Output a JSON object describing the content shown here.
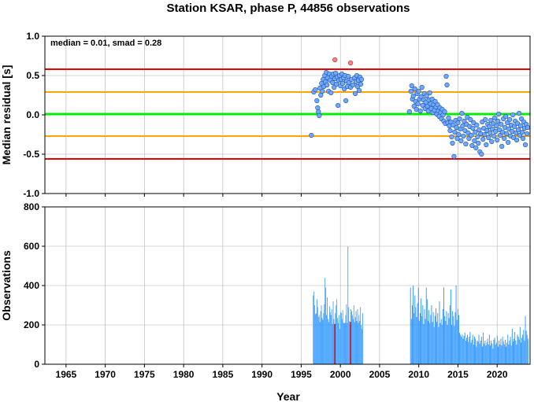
{
  "chart_data": [
    {
      "type": "scatter",
      "title": "Station KSAR, phase P, 44856 observations",
      "xlabel": "",
      "ylabel": "Median residual [s]",
      "annotation": "median = 0.01, smad = 0.28",
      "xlim": [
        1962.3,
        2024.2
      ],
      "ylim": [
        -1.0,
        1.0
      ],
      "yticks": [
        "1.0",
        "0.5",
        "0.0",
        "-0.5",
        "-1.0"
      ],
      "ytick_values": [
        1.0,
        0.5,
        0.0,
        -0.5,
        -1.0
      ],
      "xticks": [
        1965,
        1970,
        1975,
        1980,
        1985,
        1990,
        1995,
        2000,
        2005,
        2010,
        2015,
        2020
      ],
      "grid": true,
      "reference_lines": [
        {
          "y": 0.01,
          "color": "#00ee00"
        },
        {
          "y": 0.29,
          "color": "#ffa500"
        },
        {
          "y": -0.27,
          "color": "#ffa500"
        },
        {
          "y": 0.58,
          "color": "#ee0000"
        },
        {
          "y": -0.56,
          "color": "#ee0000"
        }
      ],
      "point_color": "#6fa8ff",
      "outlier_color": "#ff8080",
      "points": [
        [
          1996.3,
          -0.26
        ],
        [
          1996.6,
          0.29
        ],
        [
          1996.8,
          0.32
        ],
        [
          1997.0,
          0.18
        ],
        [
          1997.1,
          0.09
        ],
        [
          1997.2,
          0.04
        ],
        [
          1997.3,
          -0.01
        ],
        [
          1997.4,
          0.34
        ],
        [
          1997.5,
          0.25
        ],
        [
          1997.6,
          0.4
        ],
        [
          1997.7,
          0.3
        ],
        [
          1997.8,
          0.45
        ],
        [
          1997.9,
          0.36
        ],
        [
          1998.0,
          0.5
        ],
        [
          1998.1,
          0.42
        ],
        [
          1998.2,
          0.54
        ],
        [
          1998.3,
          0.38
        ],
        [
          1998.4,
          0.47
        ],
        [
          1998.5,
          0.3
        ],
        [
          1998.6,
          0.52
        ],
        [
          1998.7,
          0.44
        ],
        [
          1998.8,
          0.28
        ],
        [
          1998.9,
          0.49
        ],
        [
          1999.0,
          0.41
        ],
        [
          1999.1,
          0.52
        ],
        [
          1999.2,
          0.35
        ],
        [
          1999.3,
          0.46
        ],
        [
          1999.4,
          0.53
        ],
        [
          1999.5,
          0.39
        ],
        [
          1999.6,
          0.48
        ],
        [
          1999.7,
          0.12
        ],
        [
          1999.8,
          0.44
        ],
        [
          1999.9,
          0.5
        ],
        [
          2000.0,
          0.37
        ],
        [
          2000.1,
          0.45
        ],
        [
          2000.2,
          0.52
        ],
        [
          2000.3,
          0.4
        ],
        [
          2000.4,
          0.47
        ],
        [
          2000.5,
          0.33
        ],
        [
          2000.6,
          0.5
        ],
        [
          2000.7,
          0.18
        ],
        [
          2000.8,
          0.43
        ],
        [
          2000.9,
          0.36
        ],
        [
          2001.0,
          0.49
        ],
        [
          2001.1,
          0.41
        ],
        [
          2001.3,
          0.35
        ],
        [
          2001.4,
          0.45
        ],
        [
          2001.6,
          0.38
        ],
        [
          2001.8,
          0.47
        ],
        [
          2001.9,
          0.27
        ],
        [
          2002.0,
          0.42
        ],
        [
          2002.1,
          0.5
        ],
        [
          2002.2,
          0.36
        ],
        [
          2002.3,
          0.44
        ],
        [
          2002.4,
          0.31
        ],
        [
          2002.5,
          0.48
        ],
        [
          2002.6,
          0.39
        ],
        [
          2002.7,
          0.45
        ],
        [
          2008.8,
          0.04
        ],
        [
          2009.0,
          0.3
        ],
        [
          2009.1,
          0.37
        ],
        [
          2009.2,
          0.2
        ],
        [
          2009.3,
          0.24
        ],
        [
          2009.4,
          0.11
        ],
        [
          2009.5,
          0.33
        ],
        [
          2009.6,
          0.17
        ],
        [
          2009.7,
          0.07
        ],
        [
          2009.8,
          0.27
        ],
        [
          2009.9,
          0.14
        ],
        [
          2010.0,
          0.3
        ],
        [
          2010.1,
          0.2
        ],
        [
          2010.2,
          0.05
        ],
        [
          2010.3,
          0.23
        ],
        [
          2010.4,
          0.35
        ],
        [
          2010.5,
          0.12
        ],
        [
          2010.6,
          0.19
        ],
        [
          2010.7,
          0.27
        ],
        [
          2010.8,
          0.08
        ],
        [
          2010.9,
          0.16
        ],
        [
          2011.0,
          0.24
        ],
        [
          2011.1,
          0.11
        ],
        [
          2011.2,
          0.05
        ],
        [
          2011.3,
          0.19
        ],
        [
          2011.4,
          0.28
        ],
        [
          2011.5,
          0.14
        ],
        [
          2011.6,
          0.08
        ],
        [
          2011.7,
          0.2
        ],
        [
          2011.8,
          0.03
        ],
        [
          2011.9,
          0.13
        ],
        [
          2012.0,
          0.06
        ],
        [
          2012.1,
          0.17
        ],
        [
          2012.2,
          0.1
        ],
        [
          2012.3,
          0.01
        ],
        [
          2012.4,
          0.13
        ],
        [
          2012.5,
          0.05
        ],
        [
          2012.6,
          -0.02
        ],
        [
          2012.7,
          0.09
        ],
        [
          2012.8,
          0.03
        ],
        [
          2012.9,
          -0.05
        ],
        [
          2013.0,
          0.07
        ],
        [
          2013.1,
          0.0
        ],
        [
          2013.2,
          -0.08
        ],
        [
          2013.3,
          0.04
        ],
        [
          2013.4,
          -0.11
        ],
        [
          2013.5,
          0.49
        ],
        [
          2013.6,
          0.38
        ],
        [
          2013.7,
          -0.1
        ],
        [
          2013.8,
          -0.04
        ],
        [
          2013.9,
          -0.14
        ],
        [
          2014.0,
          -0.2
        ],
        [
          2014.1,
          -0.09
        ],
        [
          2014.2,
          -0.28
        ],
        [
          2014.3,
          -0.36
        ],
        [
          2014.4,
          -0.13
        ],
        [
          2014.5,
          -0.53
        ],
        [
          2014.6,
          -0.22
        ],
        [
          2014.7,
          -0.07
        ],
        [
          2014.8,
          -0.16
        ],
        [
          2014.9,
          -0.3
        ],
        [
          2015.0,
          -0.1
        ],
        [
          2015.1,
          -0.25
        ],
        [
          2015.2,
          -0.05
        ],
        [
          2015.3,
          -0.18
        ],
        [
          2015.4,
          -0.33
        ],
        [
          2015.5,
          0.02
        ],
        [
          2015.6,
          -0.14
        ],
        [
          2015.7,
          -0.27
        ],
        [
          2015.8,
          -0.08
        ],
        [
          2015.9,
          -0.2
        ],
        [
          2016.0,
          -0.37
        ],
        [
          2016.1,
          -0.12
        ],
        [
          2016.2,
          -0.03
        ],
        [
          2016.3,
          -0.23
        ],
        [
          2016.4,
          -0.3
        ],
        [
          2016.5,
          -0.15
        ],
        [
          2016.6,
          -0.06
        ],
        [
          2016.7,
          -0.26
        ],
        [
          2016.8,
          -0.39
        ],
        [
          2016.9,
          -0.17
        ],
        [
          2017.0,
          -0.1
        ],
        [
          2017.1,
          -0.33
        ],
        [
          2017.2,
          -0.22
        ],
        [
          2017.3,
          -0.42
        ],
        [
          2017.4,
          -0.13
        ],
        [
          2017.5,
          -0.28
        ],
        [
          2017.6,
          -0.36
        ],
        [
          2017.7,
          -0.19
        ],
        [
          2017.8,
          -0.47
        ],
        [
          2017.9,
          -0.24
        ],
        [
          2018.0,
          -0.5
        ],
        [
          2018.1,
          -0.09
        ],
        [
          2018.2,
          -0.31
        ],
        [
          2018.3,
          -0.17
        ],
        [
          2018.4,
          -0.25
        ],
        [
          2018.5,
          -0.06
        ],
        [
          2018.6,
          -0.38
        ],
        [
          2018.7,
          -0.2
        ],
        [
          2018.8,
          -0.12
        ],
        [
          2018.9,
          -0.29
        ],
        [
          2019.0,
          -0.15
        ],
        [
          2019.1,
          -0.23
        ],
        [
          2019.2,
          -0.07
        ],
        [
          2019.3,
          -0.34
        ],
        [
          2019.4,
          -0.18
        ],
        [
          2019.5,
          -0.11
        ],
        [
          2019.6,
          -0.27
        ],
        [
          2019.7,
          -0.04
        ],
        [
          2019.8,
          -0.21
        ],
        [
          2019.9,
          -0.14
        ],
        [
          2020.0,
          -0.32
        ],
        [
          2020.1,
          -0.08
        ],
        [
          2020.2,
          0.01
        ],
        [
          2020.3,
          -0.19
        ],
        [
          2020.4,
          -0.26
        ],
        [
          2020.5,
          -0.12
        ],
        [
          2020.6,
          -0.4
        ],
        [
          2020.7,
          -0.22
        ],
        [
          2020.8,
          -0.05
        ],
        [
          2020.9,
          -0.3
        ],
        [
          2021.0,
          -0.16
        ],
        [
          2021.1,
          -0.02
        ],
        [
          2021.2,
          -0.24
        ],
        [
          2021.3,
          -0.1
        ],
        [
          2021.4,
          -0.35
        ],
        [
          2021.5,
          -0.18
        ],
        [
          2021.6,
          -0.06
        ],
        [
          2021.7,
          -0.27
        ],
        [
          2021.8,
          -0.13
        ],
        [
          2021.9,
          -0.21
        ],
        [
          2022.0,
          0.0
        ],
        [
          2022.1,
          -0.29
        ],
        [
          2022.2,
          -0.15
        ],
        [
          2022.3,
          -0.08
        ],
        [
          2022.4,
          -0.23
        ],
        [
          2022.5,
          -0.32
        ],
        [
          2022.6,
          -0.11
        ],
        [
          2022.7,
          -0.19
        ],
        [
          2022.8,
          0.02
        ],
        [
          2022.9,
          -0.26
        ],
        [
          2023.0,
          -0.14
        ],
        [
          2023.1,
          -0.05
        ],
        [
          2023.2,
          -0.22
        ],
        [
          2023.3,
          -0.3
        ],
        [
          2023.4,
          -0.09
        ],
        [
          2023.5,
          -0.17
        ],
        [
          2023.6,
          -0.38
        ],
        [
          2023.7,
          -0.12
        ],
        [
          2023.8,
          -0.24
        ],
        [
          2023.9,
          -0.16
        ]
      ],
      "outliers": [
        [
          1999.3,
          0.7
        ],
        [
          2001.3,
          0.66
        ]
      ]
    },
    {
      "type": "bar",
      "title": "",
      "xlabel": "Year",
      "ylabel": "Observations",
      "xlim": [
        1962.3,
        2024.2
      ],
      "ylim": [
        0,
        800
      ],
      "yticks": [
        0,
        200,
        400,
        600,
        800
      ],
      "xticks": [
        1965,
        1970,
        1975,
        1980,
        1985,
        1990,
        1995,
        2000,
        2005,
        2010,
        2015,
        2020
      ],
      "grid": true,
      "bar_color": "#3399ff",
      "highlight_color": "#ee0000",
      "segments": [
        {
          "start": 1996.5,
          "end": 2002.9,
          "values": [
            350,
            370,
            300,
            255,
            260,
            330,
            290,
            240,
            250,
            215,
            270,
            300,
            235,
            225,
            260,
            305,
            440,
            390,
            250,
            340,
            230,
            215,
            295,
            265,
            250,
            280,
            205,
            320,
            230,
            195,
            260,
            300,
            330,
            235,
            210,
            250,
            180,
            265,
            260,
            230,
            275,
            210,
            210,
            210,
            250,
            305,
            210,
            600,
            290,
            220,
            200,
            280,
            270,
            250,
            230,
            300,
            215,
            240,
            270,
            220,
            280,
            210,
            250,
            220,
            290,
            200,
            180,
            260
          ]
        },
        {
          "start": 2008.9,
          "end": 2024.0,
          "values": [
            390,
            230,
            300,
            400,
            260,
            350,
            290,
            240,
            310,
            390,
            220,
            260,
            335,
            245,
            300,
            205,
            280,
            230,
            390,
            330,
            220,
            275,
            210,
            250,
            300,
            215,
            265,
            190,
            245,
            285,
            215,
            260,
            190,
            320,
            210,
            230,
            200,
            280,
            390,
            245,
            220,
            270,
            200,
            260,
            235,
            300,
            380,
            200,
            270,
            245,
            195,
            265,
            400,
            225,
            280,
            250,
            160,
            150,
            140,
            150,
            130,
            145,
            160,
            120,
            135,
            150,
            115,
            140,
            165,
            110,
            125,
            150,
            100,
            140,
            130,
            90,
            120,
            115,
            150,
            105,
            120,
            140,
            90,
            160,
            105,
            120,
            95,
            110,
            130,
            100,
            150,
            95,
            120,
            105,
            80,
            125,
            135,
            100,
            110,
            145,
            90,
            120,
            100,
            130,
            95,
            140,
            115,
            100,
            125,
            90,
            110,
            150,
            100,
            120,
            140,
            95,
            180,
            115,
            130,
            165,
            120,
            100,
            150,
            140,
            125,
            190,
            110,
            135,
            150,
            175,
            120,
            245,
            170,
            150,
            130
          ]
        }
      ],
      "highlights": [
        [
          1999.3,
          205
        ],
        [
          2001.3,
          215
        ]
      ]
    }
  ]
}
